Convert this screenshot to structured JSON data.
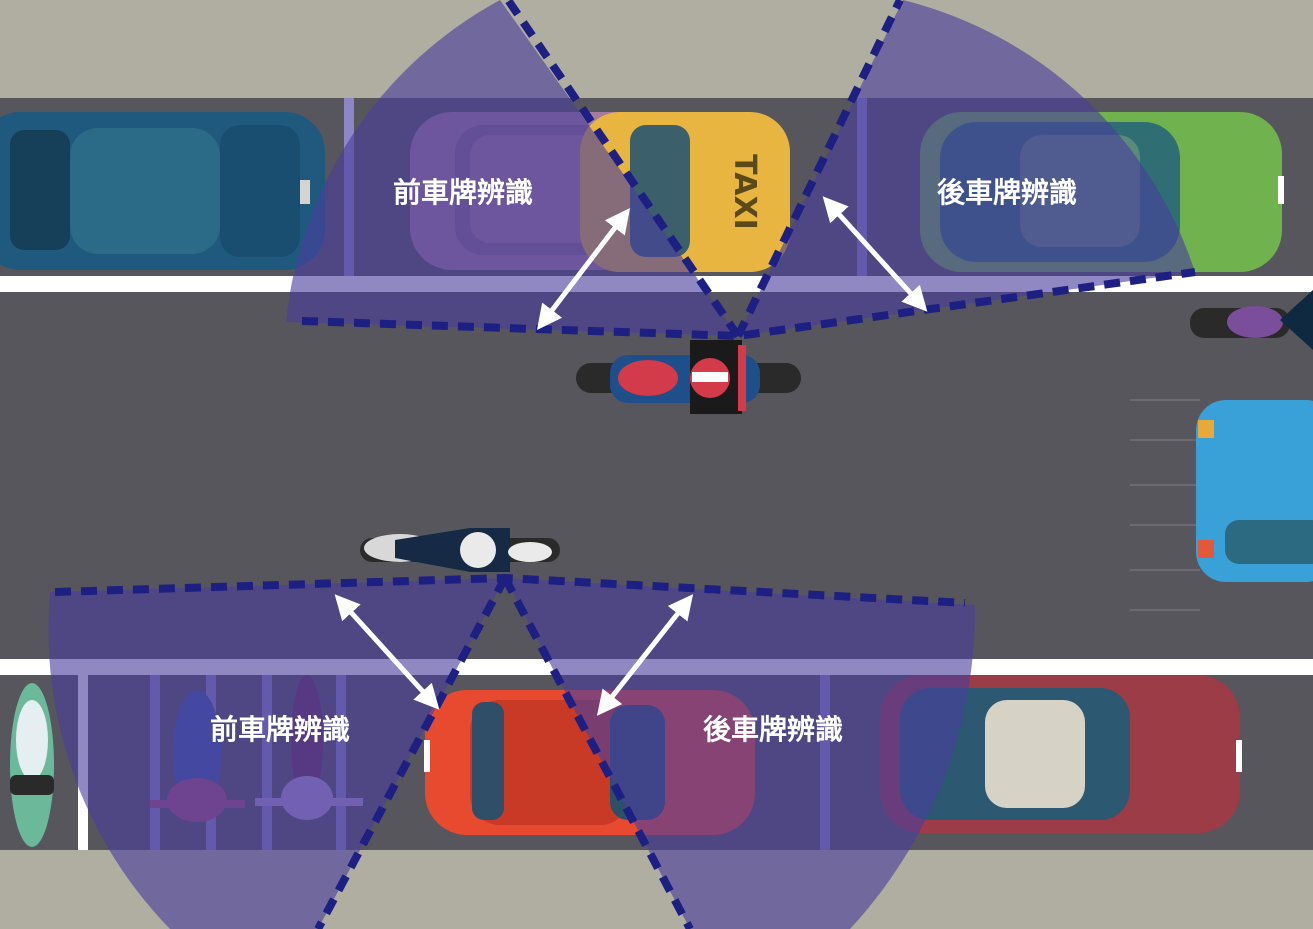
{
  "labels": {
    "top_front": "前車牌辨識",
    "top_rear": "後車牌辨識",
    "bottom_front": "前車牌辨識",
    "bottom_rear": "後車牌辨識",
    "taxi": "TAXI"
  },
  "colors": {
    "sidewalk": "#b0aea0",
    "road": "#58565d",
    "lane_marking": "#ffffff",
    "parking_line": "#8f86c8",
    "detection_zone": "#4b3f9c",
    "zone_boundary": "#1d1f82",
    "arrow": "#ffffff"
  },
  "icons": [
    "car",
    "taxi",
    "motorcycle",
    "scooter",
    "bus",
    "double-arrow"
  ]
}
